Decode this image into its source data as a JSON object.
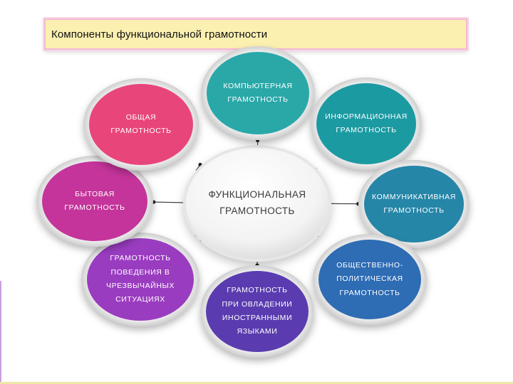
{
  "title": "Компоненты функциональной грамотности",
  "center": {
    "label": "Функциональная\nграмотность"
  },
  "nodes": [
    {
      "id": "computer",
      "label": "Компьютерная\nграмотность",
      "color": "#2aa8a8"
    },
    {
      "id": "information",
      "label": "Информационная\nграмотность",
      "color": "#1c9aa2"
    },
    {
      "id": "communicative",
      "label": "Коммуникативная\nграмотность",
      "color": "#2586a8"
    },
    {
      "id": "sociopolitical",
      "label": "Общественно-\nполитическая\nграмотность",
      "color": "#2e6cb4"
    },
    {
      "id": "foreign",
      "label": "Грамотность\nпри овладении\nиностранными\nязыками",
      "color": "#5a3cb0"
    },
    {
      "id": "emergency",
      "label": "Грамотность\nповедения в\nчрезвычайных\nситуациях",
      "color": "#9a3cc0"
    },
    {
      "id": "household",
      "label": "Бытовая\nграмотность",
      "color": "#c4349a"
    },
    {
      "id": "general",
      "label": "Общая\nграмотность",
      "color": "#e8457a"
    }
  ]
}
